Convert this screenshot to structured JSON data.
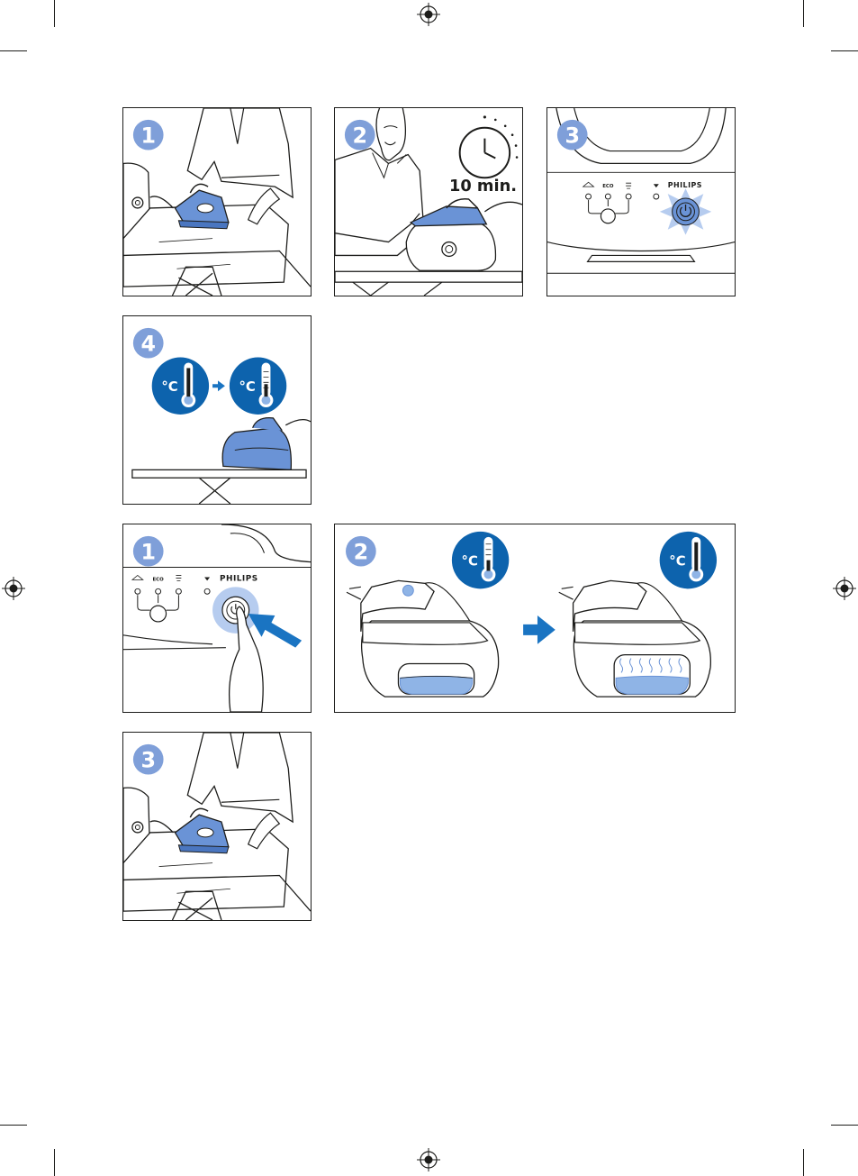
{
  "steps": {
    "a1": "1",
    "a2": "2",
    "a3": "3",
    "a4": "4",
    "b1": "1",
    "b2": "2",
    "b3": "3"
  },
  "timer_label": "10 min.",
  "brand": "PHILIPS",
  "eco_label": "ECO",
  "temp_unit": "°C",
  "colors": {
    "badge": "#7f9fd9",
    "iron_blue": "#6a93d6",
    "deep_blue": "#0d63ad",
    "arrow_blue": "#1a74c2",
    "water": "#8fb4e6",
    "line": "#1d1d1b"
  }
}
